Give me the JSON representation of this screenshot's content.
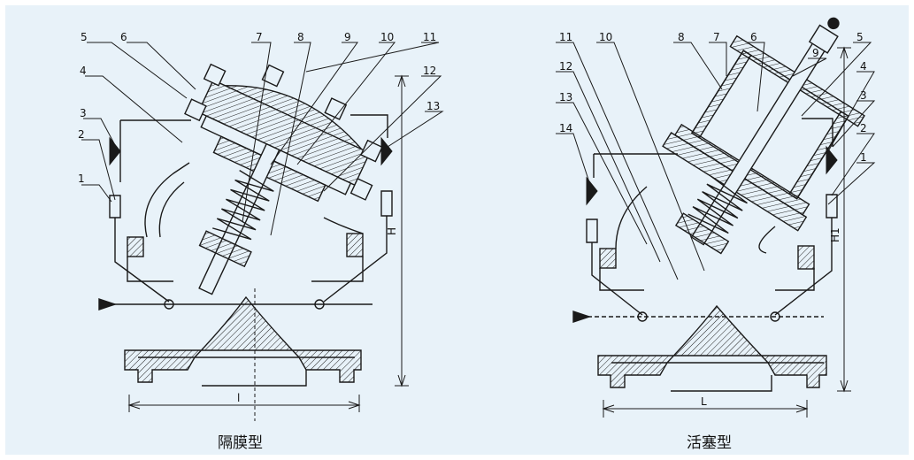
{
  "left_diagram": {
    "caption": "隔膜型",
    "callouts": [
      "5",
      "6",
      "7",
      "8",
      "9",
      "10",
      "11",
      "4",
      "12",
      "3",
      "13",
      "2",
      "1"
    ],
    "dim_height": "H",
    "dim_length": "l"
  },
  "right_diagram": {
    "caption": "活塞型",
    "callouts": [
      "11",
      "10",
      "8",
      "7",
      "6",
      "9",
      "5",
      "12",
      "4",
      "13",
      "3",
      "14",
      "2",
      "1"
    ],
    "dim_height": "H1",
    "dim_length": "L"
  },
  "colors": {
    "background": "#e8f2f9",
    "line": "#1a1a1a"
  }
}
